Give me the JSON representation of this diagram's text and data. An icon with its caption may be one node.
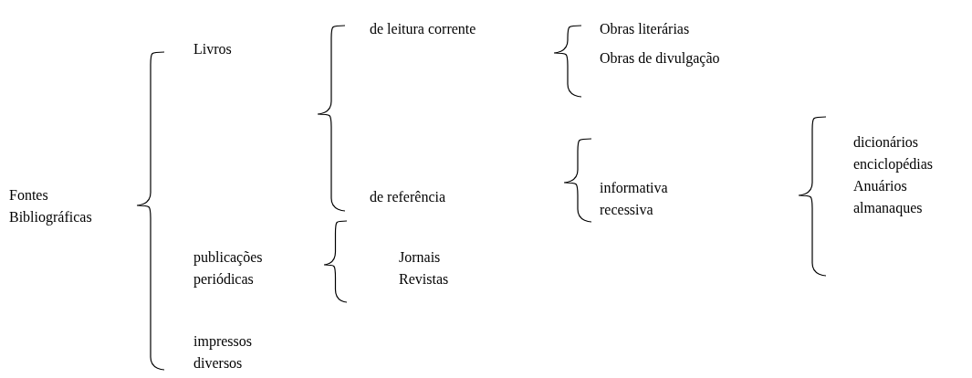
{
  "diagram": {
    "labels": [
      "Livros",
      "de leitura corrente",
      "Obras literárias",
      "Obras de divulgação",
      "dicionários",
      "enciclopédias",
      "de referência",
      "informativa",
      "Anuários",
      "Fontes Bibliográficas",
      "recessiva",
      "almanaques",
      "publicações periódicas",
      "Jornais",
      "Revistas",
      "impressos diversos"
    ]
  }
}
